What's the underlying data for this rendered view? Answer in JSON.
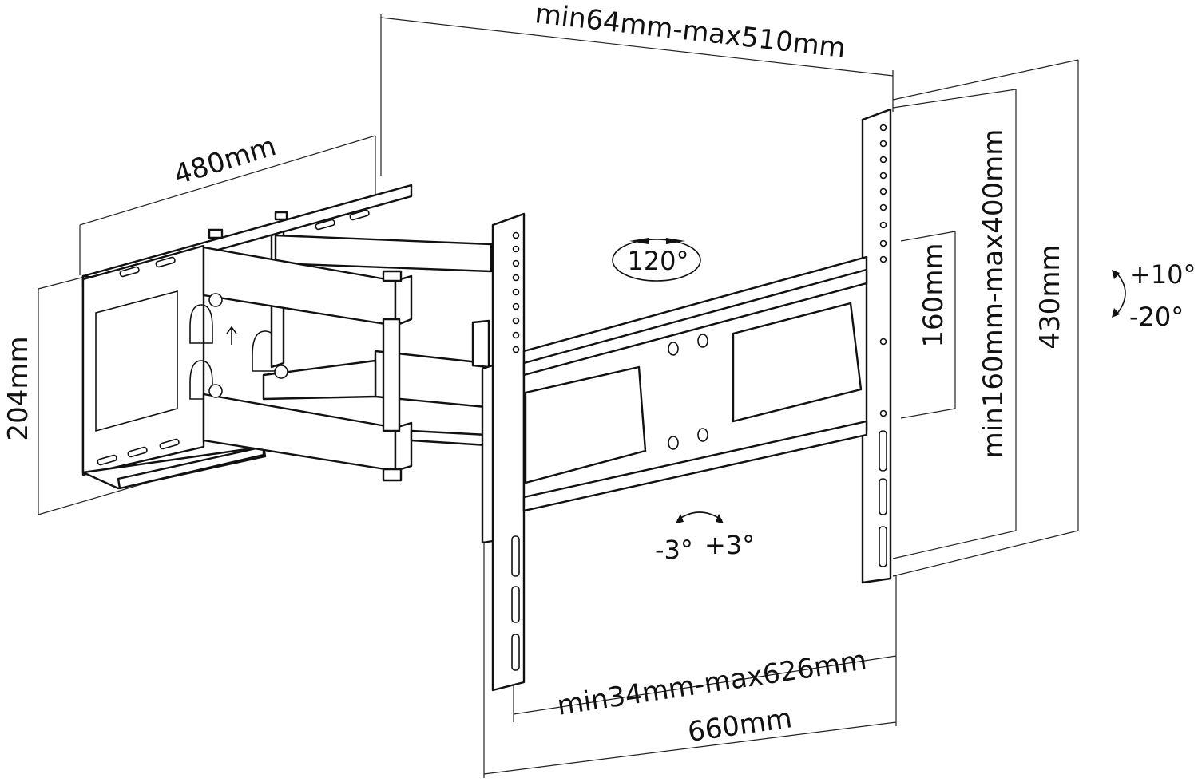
{
  "dimensions": {
    "vesa_horizontal": "min64mm-max510mm",
    "wall_plate_width": "480mm",
    "wall_plate_height": "204mm",
    "vesa_vertical_range": "min160mm-max400mm",
    "inner_height": "160mm",
    "bracket_height": "430mm",
    "extension": "min34mm-max626mm",
    "overall_width": "660mm"
  },
  "angles": {
    "swivel": "120°",
    "tilt_up": "+10°",
    "tilt_down": "-20°",
    "level_minus": "-3°",
    "level_plus": "+3°"
  }
}
